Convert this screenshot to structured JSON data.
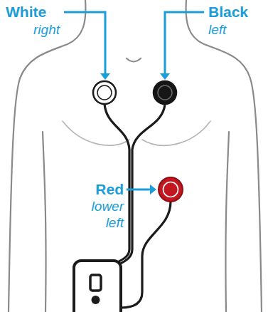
{
  "diagram": {
    "labels": [
      "White",
      "right",
      "Black",
      "left",
      "Red",
      "lower left"
    ]
  }
}
